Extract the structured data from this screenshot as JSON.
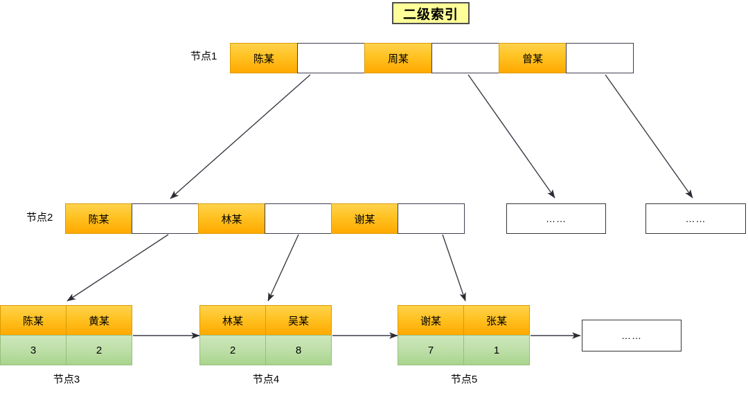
{
  "title": "二级索引",
  "ellipsis_text": "……",
  "colors": {
    "title_bg": "#FFFF99",
    "key_orange": "#FFC222",
    "value_green": "#BEDFA8",
    "border": "#3D3D4D",
    "edge": "#3A3A46"
  },
  "levels": [
    {
      "label": "节点1",
      "cells": [
        {
          "type": "key",
          "text": "陈某"
        },
        {
          "type": "ptr",
          "text": ""
        },
        {
          "type": "key",
          "text": "周某"
        },
        {
          "type": "ptr",
          "text": ""
        },
        {
          "type": "key",
          "text": "曾某"
        },
        {
          "type": "ptr",
          "text": ""
        }
      ]
    },
    {
      "label": "节点2",
      "cells": [
        {
          "type": "key",
          "text": "陈某"
        },
        {
          "type": "ptr",
          "text": ""
        },
        {
          "type": "key",
          "text": "林某"
        },
        {
          "type": "ptr",
          "text": ""
        },
        {
          "type": "key",
          "text": "谢某"
        },
        {
          "type": "ptr",
          "text": ""
        }
      ]
    }
  ],
  "level2_placeholders": [
    {
      "text": "……"
    },
    {
      "text": "……"
    }
  ],
  "leaves": [
    {
      "caption": "节点3",
      "keys": [
        "陈某",
        "黄某"
      ],
      "values": [
        "3",
        "2"
      ]
    },
    {
      "caption": "节点4",
      "keys": [
        "林某",
        "吴某"
      ],
      "values": [
        "2",
        "8"
      ]
    },
    {
      "caption": "节点5",
      "keys": [
        "谢某",
        "张某"
      ],
      "values": [
        "7",
        "1"
      ]
    }
  ],
  "leaf_tail_placeholder": {
    "text": "……"
  }
}
